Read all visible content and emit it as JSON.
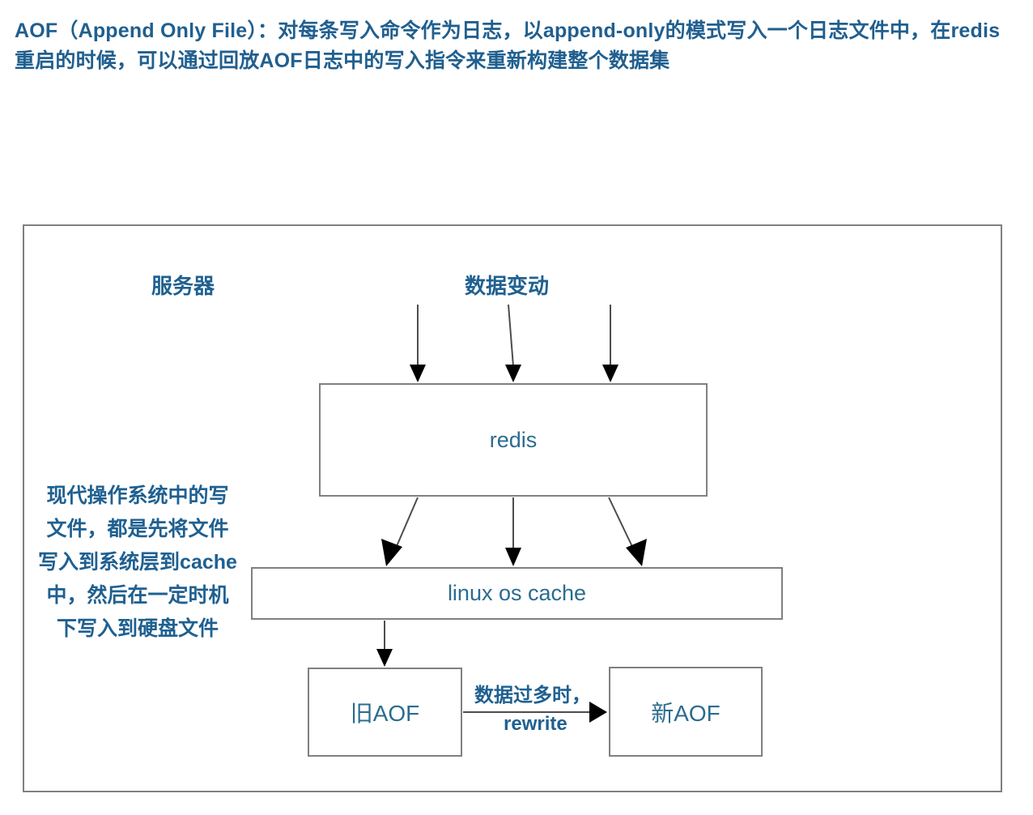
{
  "header": {
    "note": "AOF（Append Only File）：对每条写入命令作为日志，以append-only的模式写入一个日志文件中，在redis重启的时候，可以通过回放AOF日志中的写入指令来重新构建整个数据集"
  },
  "diagram": {
    "title_hint": "redis AOF persistence flow",
    "labels": {
      "server": "服务器",
      "data_change": "数据变动",
      "os_cache_note": "现代操作系统中的写文件，都是先将文件写入到系统层到cache中，然后在一定时机下写入到硬盘文件",
      "rewrite_condition": "数据过多时，",
      "rewrite_action": "rewrite"
    },
    "nodes": [
      {
        "id": "redis",
        "label": "redis"
      },
      {
        "id": "oscache",
        "label": "linux os cache"
      },
      {
        "id": "old-aof",
        "label": "旧AOF"
      },
      {
        "id": "new-aof",
        "label": "新AOF"
      }
    ],
    "edges": [
      {
        "from": "data-change",
        "to": "redis",
        "label": ""
      },
      {
        "from": "data-change",
        "to": "redis",
        "label": ""
      },
      {
        "from": "data-change",
        "to": "redis",
        "label": ""
      },
      {
        "from": "redis",
        "to": "oscache",
        "label": ""
      },
      {
        "from": "redis",
        "to": "oscache",
        "label": ""
      },
      {
        "from": "redis",
        "to": "oscache",
        "label": ""
      },
      {
        "from": "oscache",
        "to": "old-aof",
        "label": ""
      },
      {
        "from": "old-aof",
        "to": "new-aof",
        "label": "数据过多时，rewrite"
      }
    ]
  },
  "colors": {
    "text_blue": "#1f6090",
    "node_text_blue": "#2b6c8f",
    "border_gray": "#808080",
    "arrow_black": "#000000",
    "background": "#ffffff"
  }
}
